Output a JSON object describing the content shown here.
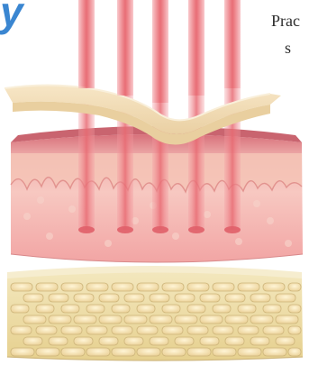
{
  "corner_text": "y",
  "side_text": {
    "line1": "Prac",
    "line2": "s"
  },
  "colors": {
    "beam": "#e86b73",
    "epidermis": "#f4e2bd",
    "dermis": "#f1a7a6",
    "dermis_dark": "#d9787e",
    "fat": "#efe1a8",
    "corner_text": "#3a86d1"
  }
}
